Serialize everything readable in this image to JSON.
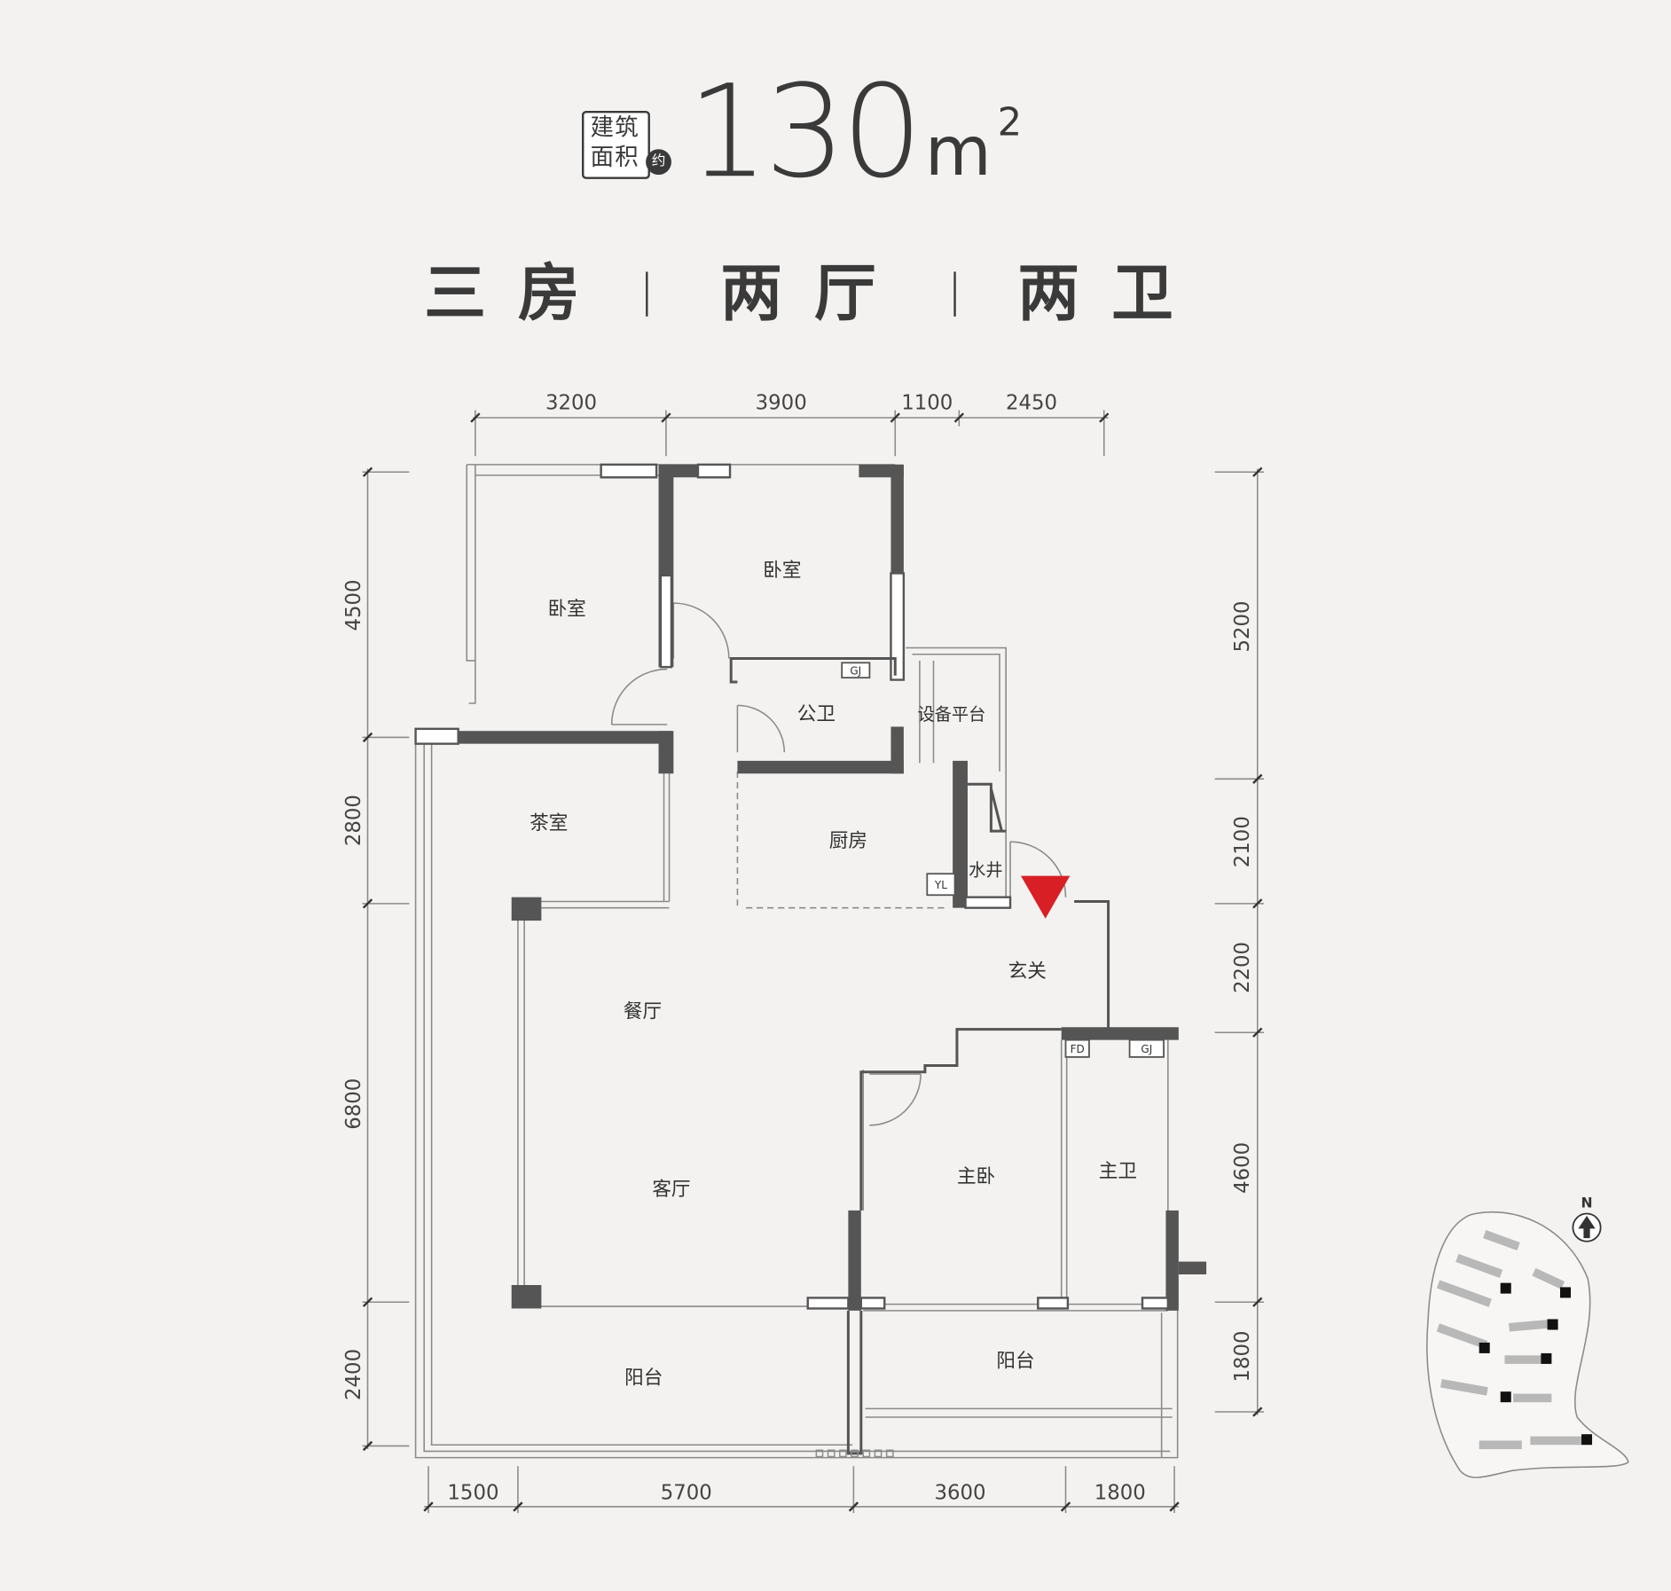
{
  "header": {
    "area_label_line1": "建筑",
    "area_label_line2": "面积",
    "approx_label": "约",
    "area_value": "130",
    "area_unit": "m",
    "area_unit_sup": "2"
  },
  "layout_summary": {
    "bedrooms": "三房",
    "halls": "两厅",
    "bathrooms": "两卫"
  },
  "dimensions": {
    "top": [
      "3200",
      "3900",
      "1100",
      "2450"
    ],
    "bottom": [
      "1500",
      "5700",
      "3600",
      "1800"
    ],
    "left": [
      "4500",
      "2800",
      "6800",
      "2400"
    ],
    "right": [
      "5200",
      "2100",
      "2200",
      "4600",
      "1800"
    ]
  },
  "rooms": {
    "bedroom_west": "卧室",
    "bedroom_north": "卧室",
    "public_bath": "公卫",
    "equipment_platform": "设备平台",
    "tea_room": "茶室",
    "kitchen": "厨房",
    "water_shaft": "水井",
    "foyer": "玄关",
    "dining": "餐厅",
    "living": "客厅",
    "master_bedroom": "主卧",
    "master_bath": "主卫",
    "balcony_west": "阳台",
    "balcony_east": "阳台"
  },
  "fixtures": {
    "gj_top": "GJ",
    "gj_bottom": "GJ",
    "fd": "FD",
    "yl": "YL"
  },
  "compass": {
    "north": "N"
  },
  "colors": {
    "wall": "#555555",
    "line": "#8a8a8a",
    "entrance": "#d91f26",
    "background": "#f3f2f0"
  }
}
